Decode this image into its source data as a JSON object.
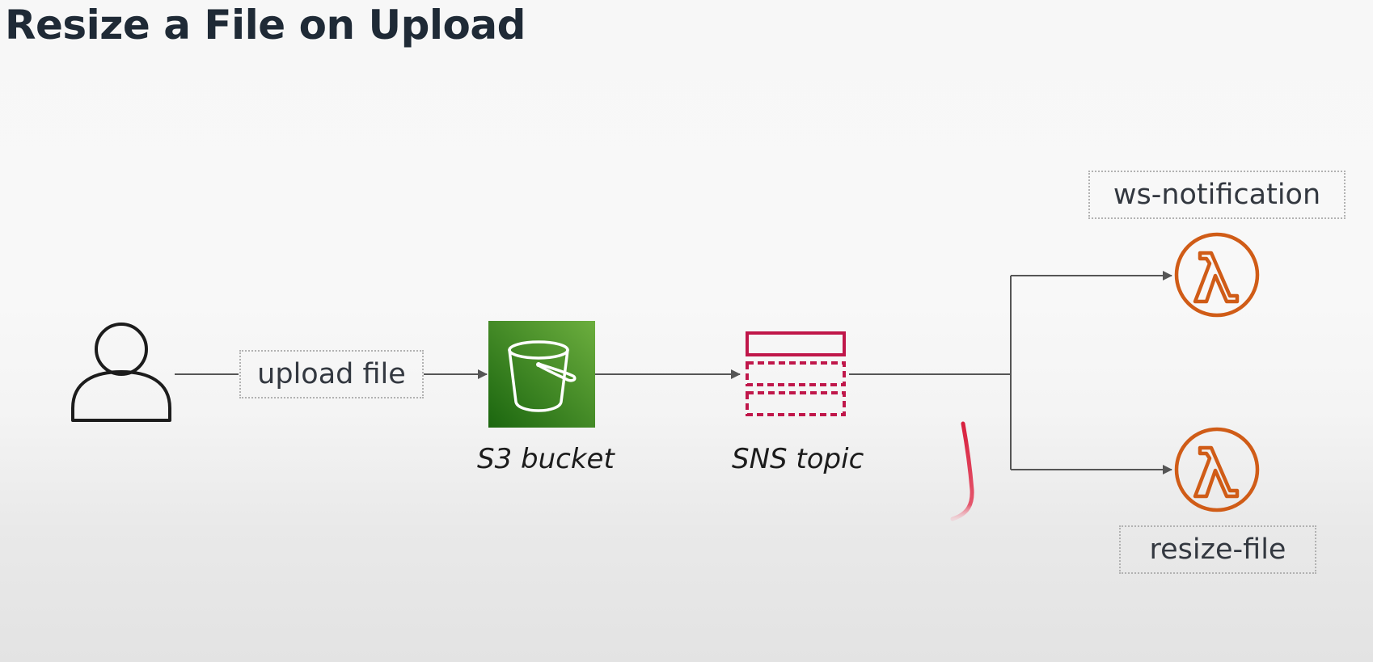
{
  "title": "Resize a File on Upload",
  "edges": {
    "user_to_bucket": "upload file"
  },
  "nodes": {
    "s3": {
      "caption": "S3 bucket",
      "icon": "s3-bucket-icon",
      "color": "#3f8624"
    },
    "sns": {
      "caption": "SNS topic",
      "icon": "sns-topic-icon",
      "color": "#c0174a"
    },
    "lambda_notify": {
      "label": "ws-notification",
      "icon": "lambda-icon",
      "color": "#d05c17"
    },
    "lambda_resize": {
      "label": "resize-file",
      "icon": "lambda-icon",
      "color": "#d05c17"
    }
  },
  "colors": {
    "title": "#1f2a36",
    "connector": "#555555",
    "annotation_pen": "#d8203e"
  }
}
